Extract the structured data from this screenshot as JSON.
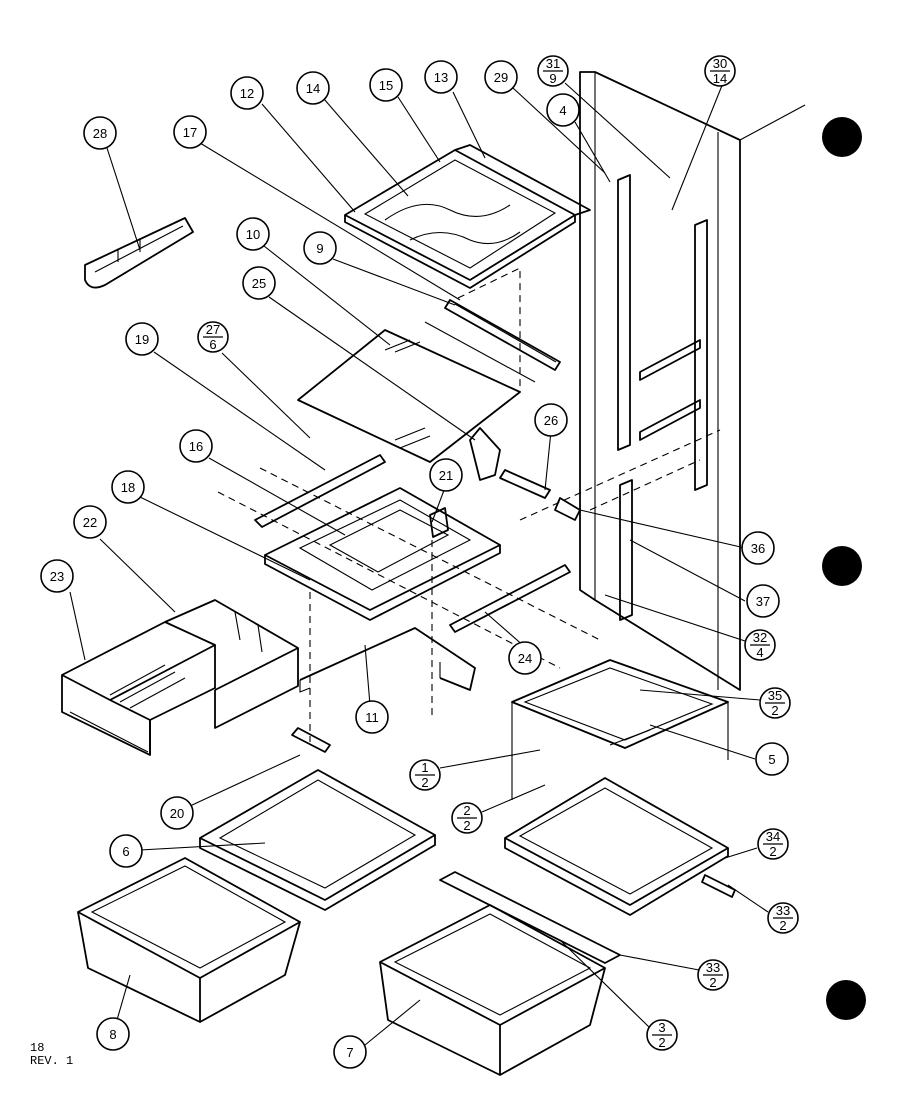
{
  "callouts": [
    {
      "id": "c28",
      "label": "28"
    },
    {
      "id": "c12",
      "label": "12"
    },
    {
      "id": "c14",
      "label": "14"
    },
    {
      "id": "c15",
      "label": "15"
    },
    {
      "id": "c13",
      "label": "13"
    },
    {
      "id": "c29",
      "label": "29"
    },
    {
      "id": "c31",
      "num": "31",
      "den": "9"
    },
    {
      "id": "c30",
      "num": "30",
      "den": "14"
    },
    {
      "id": "c4",
      "label": "4"
    },
    {
      "id": "c17",
      "label": "17"
    },
    {
      "id": "c10",
      "label": "10"
    },
    {
      "id": "c9",
      "label": "9"
    },
    {
      "id": "c25",
      "label": "25"
    },
    {
      "id": "c27",
      "num": "27",
      "den": "6"
    },
    {
      "id": "c19",
      "label": "19"
    },
    {
      "id": "c26",
      "label": "26"
    },
    {
      "id": "c16",
      "label": "16"
    },
    {
      "id": "c21",
      "label": "21"
    },
    {
      "id": "c18",
      "label": "18"
    },
    {
      "id": "c36",
      "label": "36"
    },
    {
      "id": "c22",
      "label": "22"
    },
    {
      "id": "c37",
      "label": "37"
    },
    {
      "id": "c23",
      "label": "23"
    },
    {
      "id": "c32",
      "num": "32",
      "den": "4"
    },
    {
      "id": "c24",
      "label": "24"
    },
    {
      "id": "c11",
      "label": "11"
    },
    {
      "id": "c35",
      "num": "35",
      "den": "2"
    },
    {
      "id": "c5",
      "label": "5"
    },
    {
      "id": "c1",
      "num": "1",
      "den": "2"
    },
    {
      "id": "c20",
      "label": "20"
    },
    {
      "id": "c2",
      "num": "2",
      "den": "2"
    },
    {
      "id": "c6",
      "label": "6"
    },
    {
      "id": "c34",
      "num": "34",
      "den": "2"
    },
    {
      "id": "c33a",
      "num": "33",
      "den": "2"
    },
    {
      "id": "c33b",
      "num": "33",
      "den": "2"
    },
    {
      "id": "c8",
      "label": "8"
    },
    {
      "id": "c3",
      "num": "3",
      "den": "2"
    },
    {
      "id": "c7",
      "label": "7"
    }
  ],
  "footer": {
    "line1": "18",
    "line2": "REV. 1"
  }
}
